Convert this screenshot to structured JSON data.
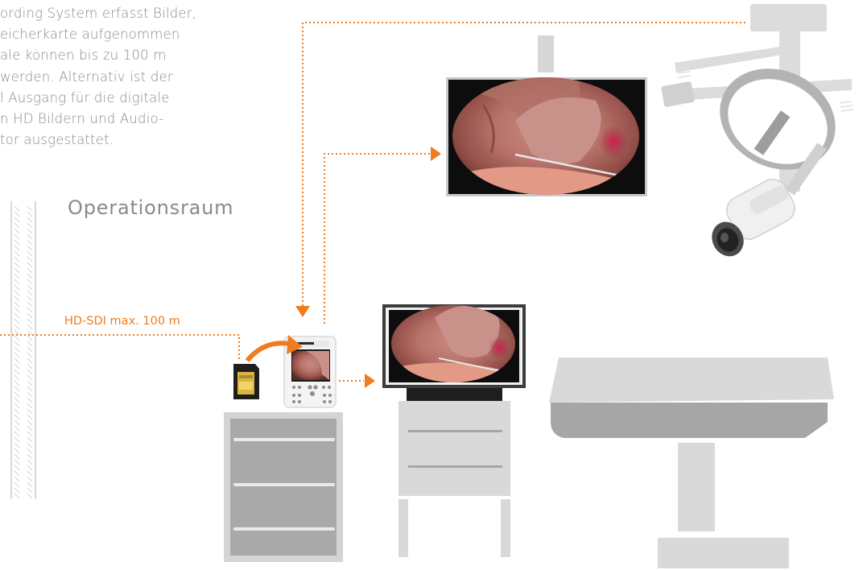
{
  "intro": {
    "lines": [
      "ording System erfasst Bilder,",
      "eicherkarte aufgenommen",
      "ale können bis zu 100 m",
      " werden. Alternativ ist der",
      "l Ausgang für die digitale",
      "n HD Bildern und Audio-",
      "tor ausgestattet."
    ]
  },
  "room": {
    "title": "Operationsraum"
  },
  "link": {
    "label": "HD-SDI max. 100 m"
  },
  "colors": {
    "accent": "#f07c1e",
    "text": "#8a8a8a",
    "equipment_dark": "#a6a6a6",
    "equipment_light": "#d9d9d9",
    "monitor_frame": "#3c3c3c"
  },
  "icons": {
    "camera": "ceiling-camera-icon",
    "sd_card": "sd-card-icon",
    "recorder": "recorder-device-icon",
    "lamp": "surgical-lamp-icon"
  }
}
